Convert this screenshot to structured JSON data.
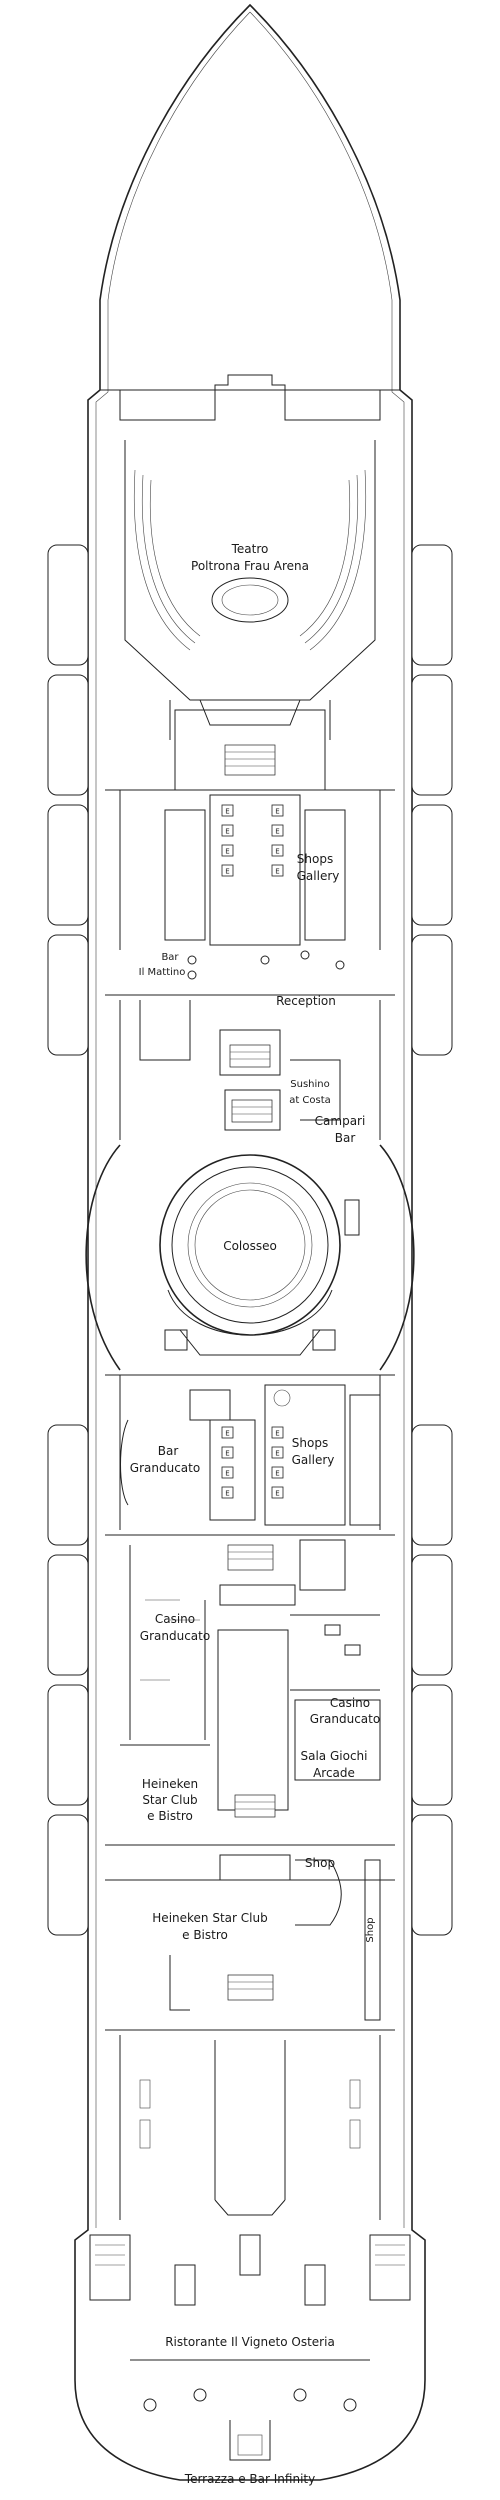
{
  "areas": {
    "teatro_1": "Teatro",
    "teatro_2": "Poltrona Frau Arena",
    "shops1_1": "Shops",
    "shops1_2": "Gallery",
    "bar_mattino_1": "Bar",
    "bar_mattino_2": "Il Mattino",
    "reception": "Reception",
    "sushino_1": "Sushino",
    "sushino_2": "at Costa",
    "campari_1": "Campari",
    "campari_2": "Bar",
    "colosseo": "Colosseo",
    "bar_gran_1": "Bar",
    "bar_gran_2": "Granducato",
    "shops2_1": "Shops",
    "shops2_2": "Gallery",
    "casino1_1": "Casino",
    "casino1_2": "Granducato",
    "casino2_1": "Casino",
    "casino2_2": "Granducato",
    "sala_1": "Sala Giochi",
    "sala_2": "Arcade",
    "heineken1_1": "Heineken",
    "heineken1_2": "Star Club",
    "heineken1_3": "e Bistro",
    "shop1": "Shop",
    "shop2": "Shop",
    "heineken2_1": "Heineken Star Club",
    "heineken2_2": "e Bistro",
    "ristorante": "Ristorante Il Vigneto Osteria",
    "terrazza": "Terrazza e Bar Infinity"
  },
  "elevator_label": "E"
}
